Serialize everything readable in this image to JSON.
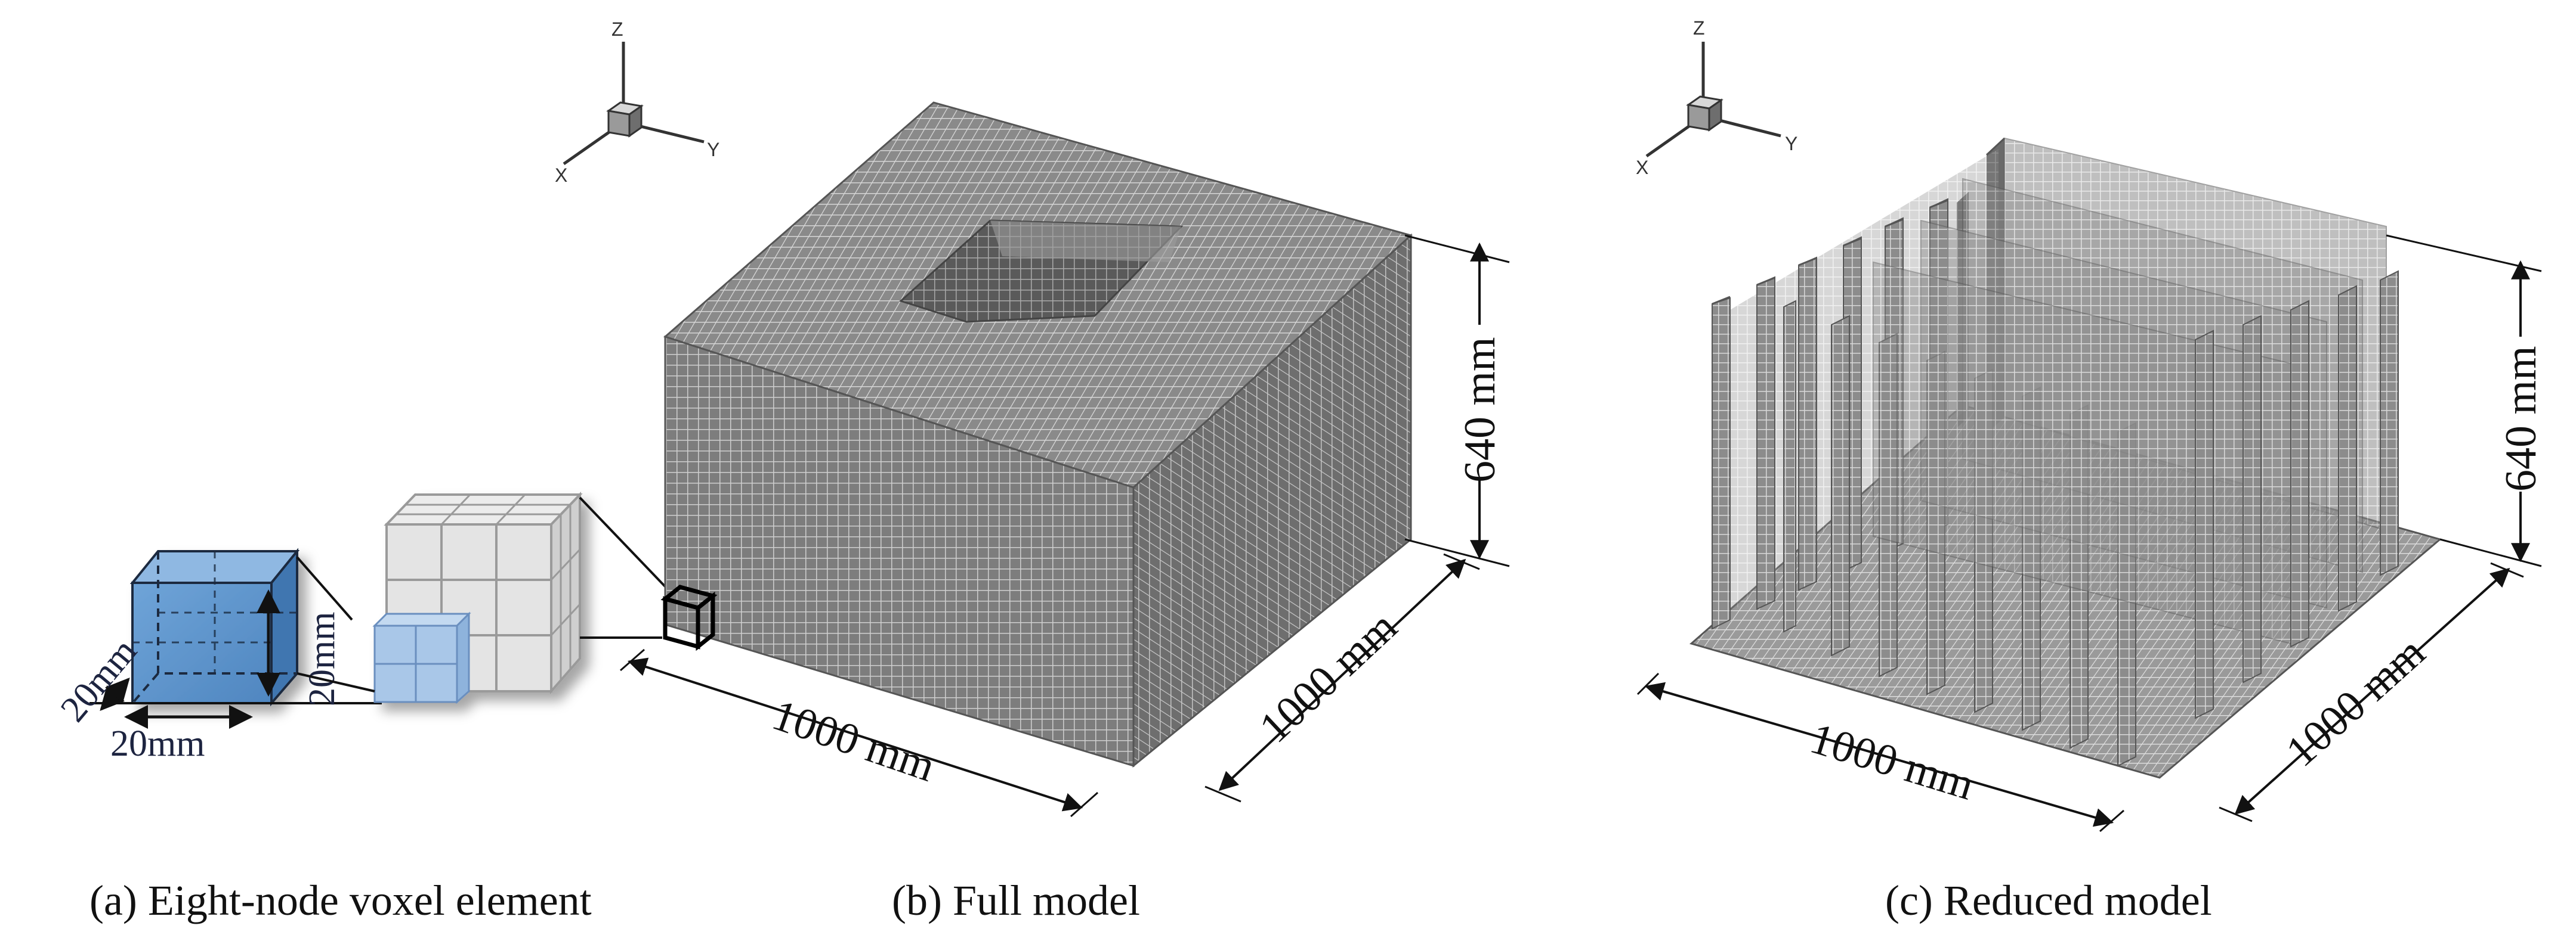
{
  "captions": {
    "a": "(a) Eight-node voxel element",
    "b": "(b) Full model",
    "c": "(c) Reduced model"
  },
  "axes_labels": {
    "z": "Z",
    "x": "X",
    "y": "Y"
  },
  "voxel_dims": {
    "depth": "20mm",
    "width": "20mm",
    "height": "20mm"
  },
  "full_model_dims": {
    "width": "1000 mm",
    "depth": "1000 mm",
    "height": "640 mm"
  },
  "reduced_model_dims": {
    "width": "1000 mm",
    "depth": "1000 mm",
    "height": "640 mm"
  },
  "colors": {
    "voxel_blue": "#5f97cf",
    "voxel_light_blue": "#a9c7e8",
    "mesh_grey": "#8a8a8a",
    "mesh_line": "#d2d2d2",
    "light_cube": "#e2e2e2"
  }
}
